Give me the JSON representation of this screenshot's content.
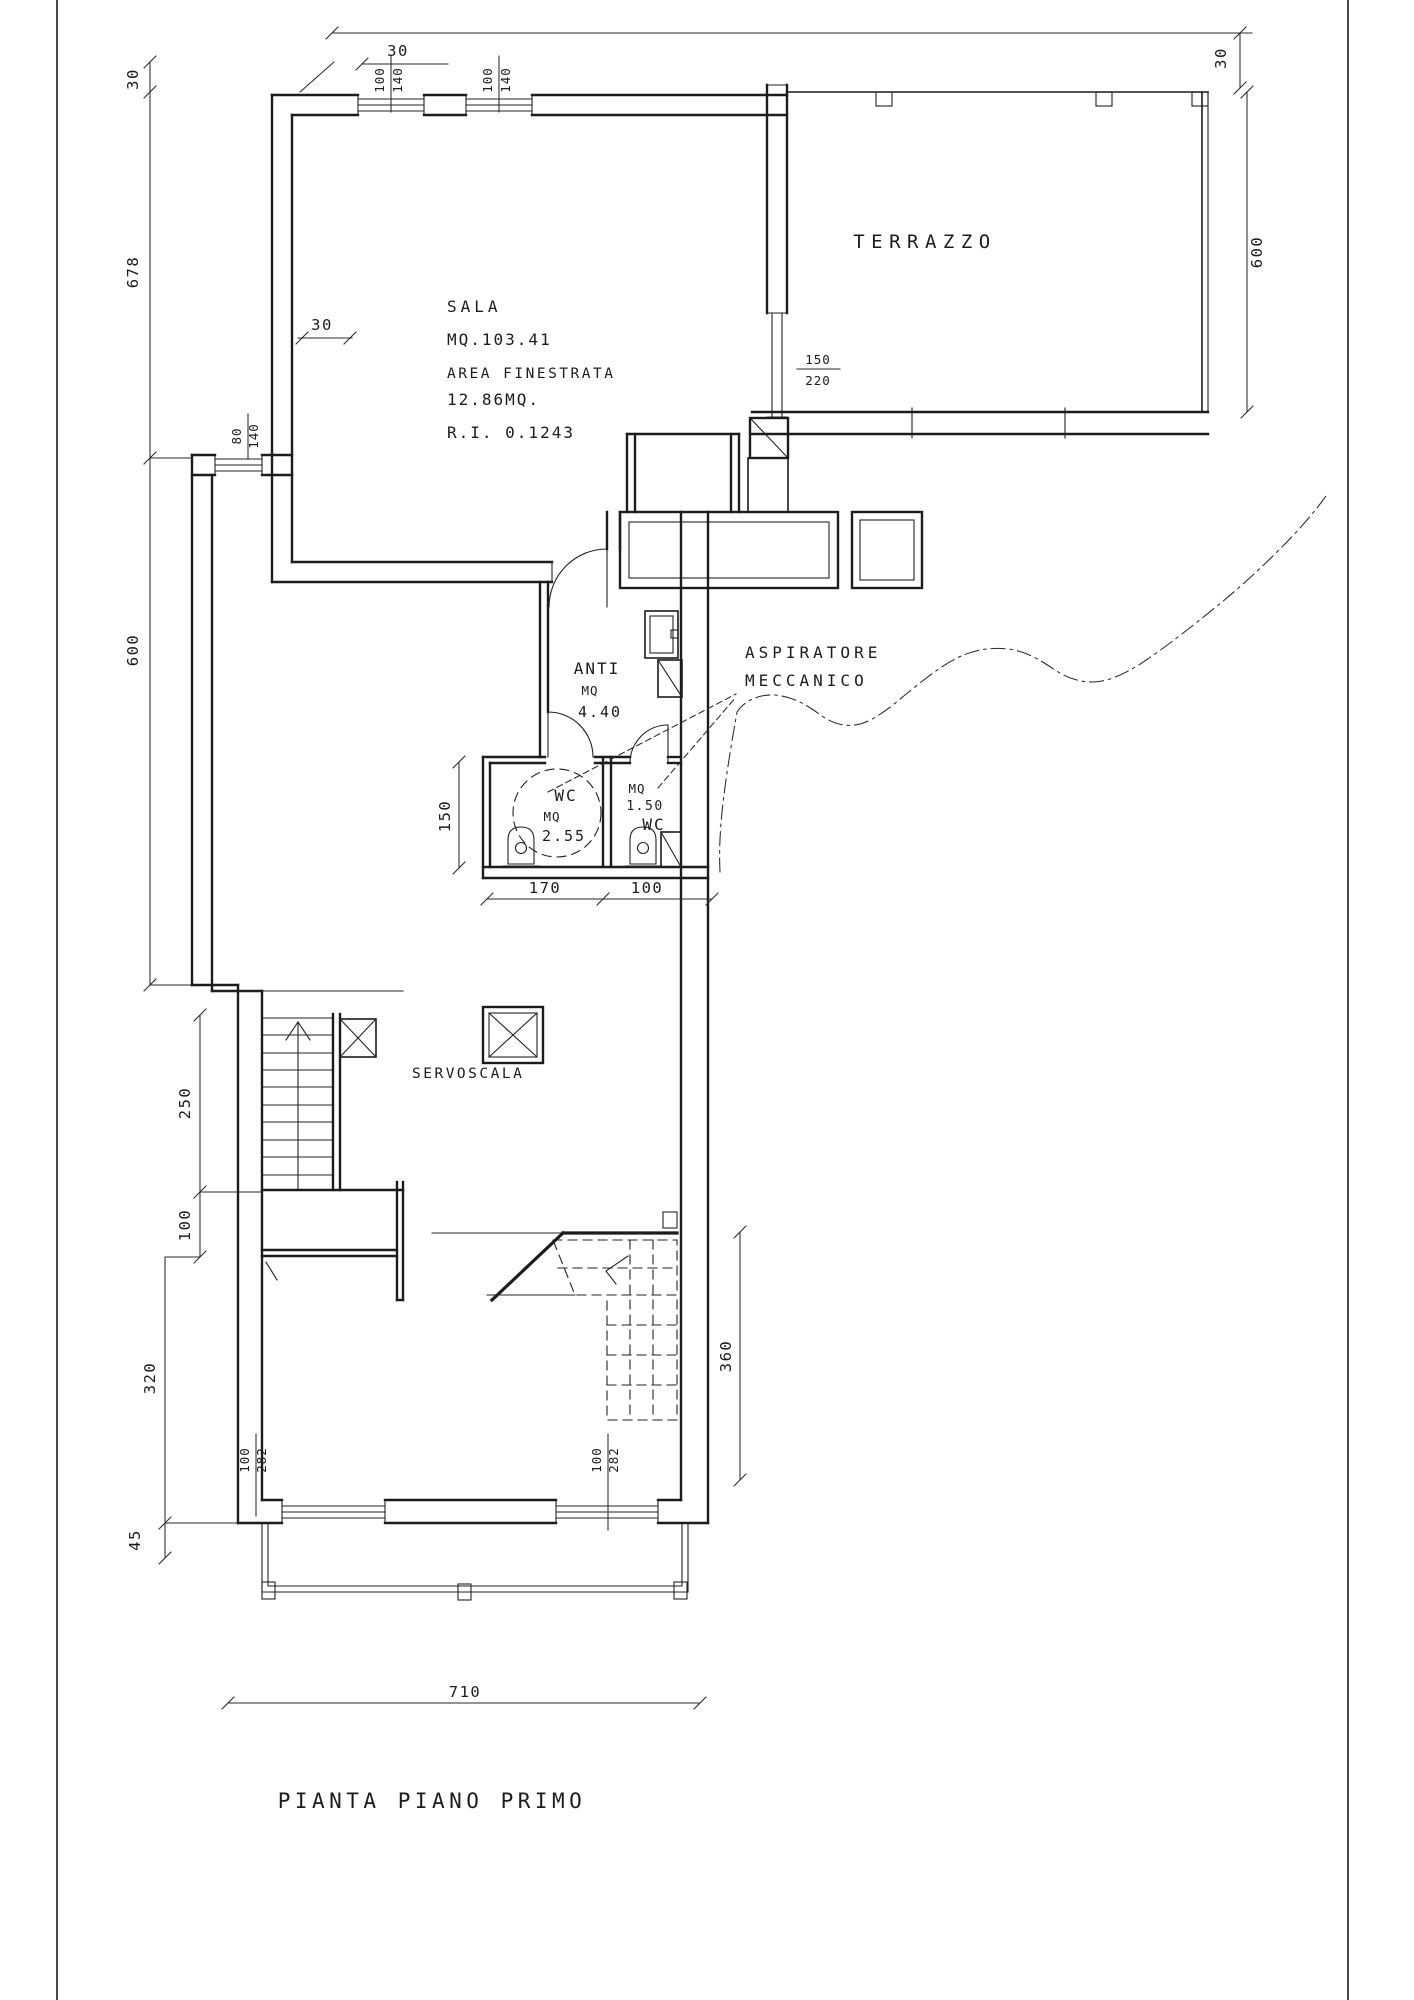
{
  "sheet": {
    "title": "PIANTA PIANO PRIMO"
  },
  "rooms": {
    "sala": {
      "name": "SALA",
      "area": "MQ.103.41",
      "fin_label": "AREA FINESTRATA",
      "fin_value": "12.86MQ.",
      "ri": "R.I. 0.1243"
    },
    "terrazzo": {
      "name": "TERRAZZO"
    },
    "anti": {
      "name": "ANTI",
      "mq": "MQ",
      "area": "4.40"
    },
    "wc_main": {
      "name": "WC",
      "mq": "MQ",
      "area": "2.55"
    },
    "wc_small": {
      "name": "WC",
      "mq": "MQ",
      "area": "1.50"
    },
    "servoscala": {
      "name": "SERVOSCALA"
    },
    "aspiratore": {
      "line1": "ASPIRATORE",
      "line2": "MECCANICO"
    }
  },
  "dims": {
    "top_wall": "30",
    "top_right": "30",
    "left_top": "30",
    "left_678": "678",
    "left_600": "600",
    "left_250": "250",
    "left_100": "100",
    "left_320": "320",
    "left_45": "45",
    "sala_wall": "30",
    "terrazzo_600": "600",
    "wc_150": "150",
    "wc_170": "170",
    "wc_100": "100",
    "stair_360": "360",
    "bottom_710": "710"
  },
  "openings": {
    "sala_window_1": {
      "w": "100",
      "h": "140"
    },
    "sala_window_2": {
      "w": "100",
      "h": "140"
    },
    "side_window": {
      "w": "80",
      "h": "140"
    },
    "terrace_door": {
      "w": "150",
      "h": "220"
    },
    "bottom_window_1": {
      "w": "100",
      "h": "282"
    },
    "bottom_window_2": {
      "w": "100",
      "h": "282"
    }
  }
}
